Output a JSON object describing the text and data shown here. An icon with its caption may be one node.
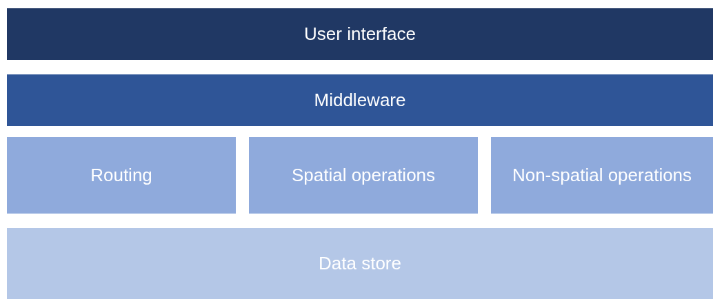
{
  "diagram": {
    "nodes": [
      {
        "text": [
          "User interface"
        ]
      },
      {
        "text": [
          "Middleware"
        ]
      },
      {
        "text": [
          "Routing"
        ]
      },
      {
        "text": [
          "Spatial operations"
        ]
      },
      {
        "text": [
          "Non-spatial operations"
        ]
      },
      {
        "text": [
          "Data store"
        ]
      }
    ]
  }
}
